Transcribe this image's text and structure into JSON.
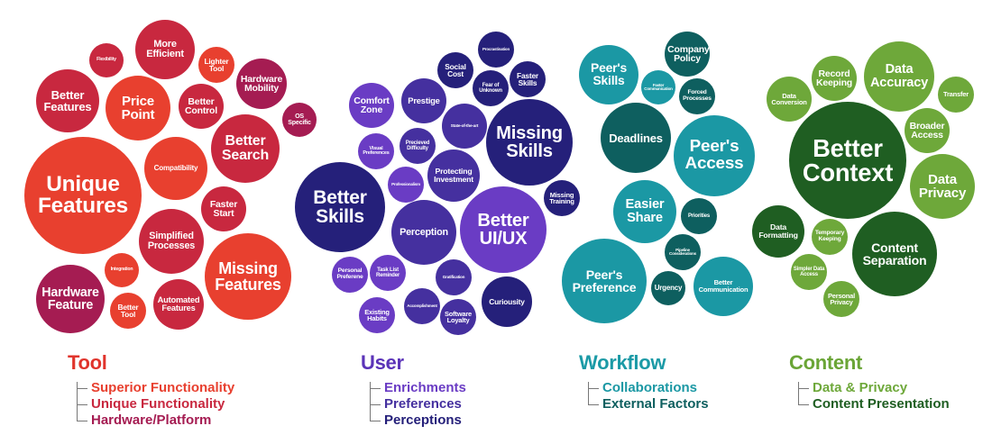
{
  "categories": [
    {
      "title": "Tool",
      "color": "#e0342c",
      "subcategories": [
        {
          "label": "Superior Functionality",
          "color": "#e8402f"
        },
        {
          "label": "Unique Functionality",
          "color": "#c8283f"
        },
        {
          "label": "Hardware/Platform",
          "color": "#a51c52"
        }
      ],
      "bubbles": [
        {
          "label": "More Efficient",
          "group": 1
        },
        {
          "label": "Flexibility",
          "group": 1
        },
        {
          "label": "Lighter Tool",
          "group": 0
        },
        {
          "label": "Hardware Mobility",
          "group": 2
        },
        {
          "label": "Better Features",
          "group": 1
        },
        {
          "label": "Price Point",
          "group": 0
        },
        {
          "label": "Better Control",
          "group": 1
        },
        {
          "label": "OS Specific",
          "group": 2
        },
        {
          "label": "Better Search",
          "group": 1
        },
        {
          "label": "Unique Features",
          "group": 0
        },
        {
          "label": "Compatibility",
          "group": 0
        },
        {
          "label": "Faster Start",
          "group": 1
        },
        {
          "label": "Simplified Processes",
          "group": 1
        },
        {
          "label": "Missing Features",
          "group": 0
        },
        {
          "label": "Integration",
          "group": 0
        },
        {
          "label": "Hardware Feature",
          "group": 2
        },
        {
          "label": "Better Tool",
          "group": 0
        },
        {
          "label": "Automated Features",
          "group": 1
        }
      ]
    },
    {
      "title": "User",
      "color": "#5b33b8",
      "subcategories": [
        {
          "label": "Enrichments",
          "color": "#6a3cc4"
        },
        {
          "label": "Preferences",
          "color": "#45309f"
        },
        {
          "label": "Perceptions",
          "color": "#25207a"
        }
      ],
      "bubbles": [
        {
          "label": "Procrastination",
          "group": 2
        },
        {
          "label": "Social Cost",
          "group": 2
        },
        {
          "label": "Fear of Unknown",
          "group": 2
        },
        {
          "label": "Faster Skills",
          "group": 2
        },
        {
          "label": "Comfort Zone",
          "group": 0
        },
        {
          "label": "Prestige",
          "group": 1
        },
        {
          "label": "State-of-the-art",
          "group": 1
        },
        {
          "label": "Missing Skills",
          "group": 2
        },
        {
          "label": "Visual Preferences",
          "group": 0
        },
        {
          "label": "Precieved Difficulty",
          "group": 1
        },
        {
          "label": "Protecting Investment",
          "group": 1
        },
        {
          "label": "Professionalism",
          "group": 0
        },
        {
          "label": "Better Skills",
          "group": 2
        },
        {
          "label": "Perception",
          "group": 1
        },
        {
          "label": "Better UI/UX",
          "group": 0
        },
        {
          "label": "Missing Training",
          "group": 2
        },
        {
          "label": "Personal Preferene",
          "group": 0
        },
        {
          "label": "Task List Reminder",
          "group": 0
        },
        {
          "label": "Gratification",
          "group": 1
        },
        {
          "label": "Existing Habits",
          "group": 0
        },
        {
          "label": "Accomplishment",
          "group": 1
        },
        {
          "label": "Curiousity",
          "group": 2
        },
        {
          "label": "Software Loyalty",
          "group": 1
        }
      ]
    },
    {
      "title": "Workflow",
      "color": "#1b9aa6",
      "subcategories": [
        {
          "label": "Collaborations",
          "color": "#1b98a4"
        },
        {
          "label": "External Factors",
          "color": "#0e5f5f"
        }
      ],
      "bubbles": [
        {
          "label": "Company Policy",
          "group": 1
        },
        {
          "label": "Peer's Skills",
          "group": 0
        },
        {
          "label": "Faster Communication",
          "group": 0
        },
        {
          "label": "Forced Processes",
          "group": 1
        },
        {
          "label": "Deadlines",
          "group": 1
        },
        {
          "label": "Peer's Access",
          "group": 0
        },
        {
          "label": "Easier Share",
          "group": 0
        },
        {
          "label": "Priorities",
          "group": 1
        },
        {
          "label": "Pipeline Considerations",
          "group": 1
        },
        {
          "label": "Peer's Preference",
          "group": 0
        },
        {
          "label": "Urgency",
          "group": 1
        },
        {
          "label": "Better Communication",
          "group": 0
        }
      ]
    },
    {
      "title": "Content",
      "color": "#6aa536",
      "subcategories": [
        {
          "label": "Data & Privacy",
          "color": "#6ea83a"
        },
        {
          "label": "Content Presentation",
          "color": "#1f5e22"
        }
      ],
      "bubbles": [
        {
          "label": "Data Conversion",
          "group": 0
        },
        {
          "label": "Record Keeping",
          "group": 0
        },
        {
          "label": "Data Accuracy",
          "group": 0
        },
        {
          "label": "Transfer",
          "group": 0
        },
        {
          "label": "Broader Access",
          "group": 0
        },
        {
          "label": "Better Context",
          "group": 1
        },
        {
          "label": "Data Privacy",
          "group": 0
        },
        {
          "label": "Data Formatting",
          "group": 1
        },
        {
          "label": "Temporary Keeping",
          "group": 0
        },
        {
          "label": "Content Separation",
          "group": 1
        },
        {
          "label": "Simpler Data Access",
          "group": 0
        },
        {
          "label": "Personal Privacy",
          "group": 0
        }
      ]
    }
  ]
}
